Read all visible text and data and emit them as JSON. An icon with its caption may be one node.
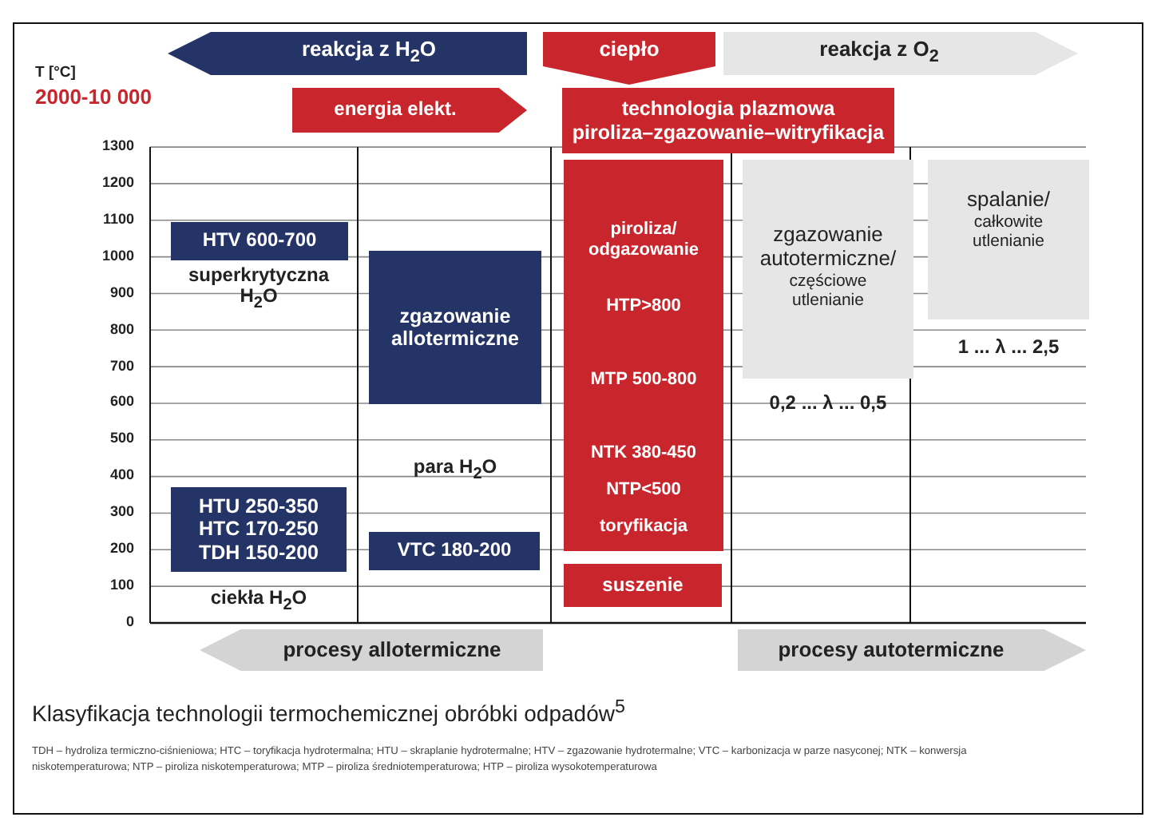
{
  "diagram": {
    "caption": "Klasyfikacja technologii termochemicznej obróbki odpadów$^{5}$",
    "nodes": [
      {
        "text": [
          "reakcja z H$_{2}$O"
        ]
      },
      {
        "text": [
          "ciepło"
        ]
      },
      {
        "text": [
          "reakcja z O$_{2}$"
        ]
      },
      {
        "text": [
          "energia elekt."
        ]
      },
      {
        "text": [
          "technologia plazmowa",
          "piroliza–zgazowanie–witryfikacja"
        ]
      },
      {
        "text": [
          "HTV 600-700"
        ]
      },
      {
        "text": [
          "zgazowanie allotermiczne"
        ]
      },
      {
        "text": [
          "HTU 250-350",
          "HTC 170-250",
          "TDH 150-200"
        ]
      },
      {
        "text": [
          "VTC 180-200"
        ]
      },
      {
        "text": [
          "piroliza/ odgazowanie",
          "HTP>800",
          "MTP 500-800",
          "NTK 380-450",
          "NTP<500",
          "toryfikacja"
        ]
      },
      {
        "text": [
          "suszenie"
        ]
      },
      {
        "text": [
          "zgazowanie autotermiczne/",
          "częściowe utlenianie"
        ]
      },
      {
        "text": [
          "spalanie/",
          "całkowite utlenianie"
        ]
      },
      {
        "text": [
          "procesy allotermiczne"
        ]
      },
      {
        "text": [
          "procesy autotermiczne"
        ]
      }
    ],
    "labels": [
      "T [°C]",
      "2000-10 000",
      "1300",
      "1200",
      "1100",
      "1000",
      "900",
      "800",
      "700",
      "600",
      "500",
      "400",
      "300",
      "200",
      "100",
      "0",
      "superkrytyczna H$_{2}$O",
      "para H$_{2}$O",
      "ciekła H$_{2}$O",
      "0,2 ... λ ... 0,5",
      "1 ... λ ... 2,5",
      "TDH – hydroliza termiczno-ciśnieniowa; HTC – toryfikacja hydrotermalna; HTU – skraplanie hydrotermalne; HTV – zgazowanie hydrotermalne; VTC – karbonizacja w parze nasyconej; NTK – konwersja niskotemperaturowa; NTP – piroliza niskotemperaturowa; MTP – piroliza średniotemperaturowa; HTP – piroliza wysokotemperaturowa"
    ]
  }
}
